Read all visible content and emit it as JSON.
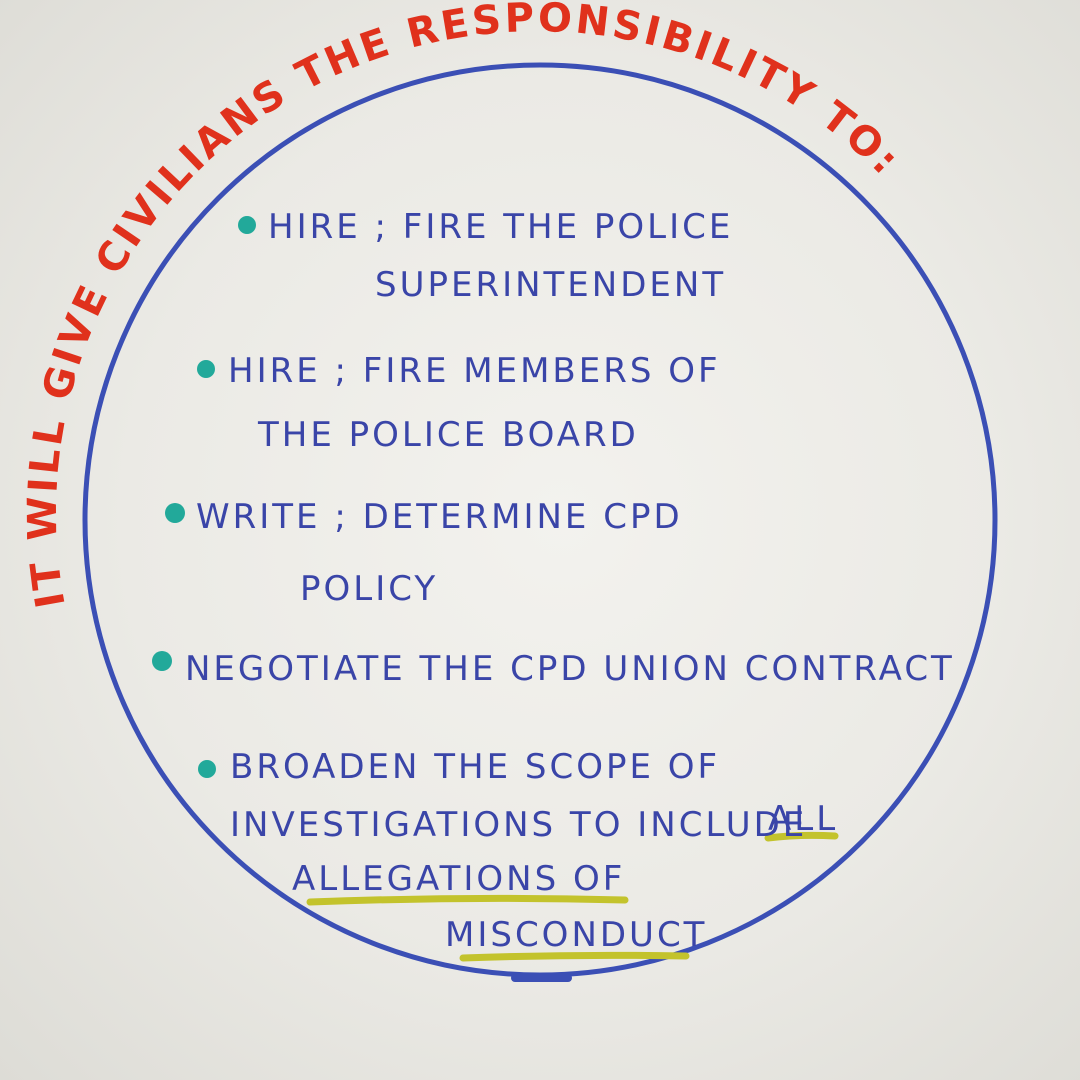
{
  "heading": {
    "arc_text": "IT WILL GIVE CIVILIANS THE RESPONSIBILITY TO:"
  },
  "items": [
    {
      "line1": "HIRE ; FIRE THE POLICE",
      "line2": "SUPERINTENDENT"
    },
    {
      "line1": "HIRE ; FIRE MEMBERS OF",
      "line2": "THE POLICE BOARD"
    },
    {
      "line1": "WRITE ; DETERMINE CPD",
      "line2": "POLICY"
    },
    {
      "line1": "NEGOTIATE THE CPD UNION CONTRACT",
      "line2": ""
    },
    {
      "line1": "BROADEN THE SCOPE OF",
      "line2a": "INVESTIGATIONS TO INCLUDE",
      "line2b": "ALL",
      "line3": "ALLEGATIONS OF",
      "line4": "MISCONDUCT"
    }
  ],
  "colors": {
    "paper": "#ecebe6",
    "circle": "#3b4fb5",
    "heading": "#e0311c",
    "text": "#3a45a8",
    "bullet": "#22a99a",
    "highlight": "#c3c32c"
  }
}
